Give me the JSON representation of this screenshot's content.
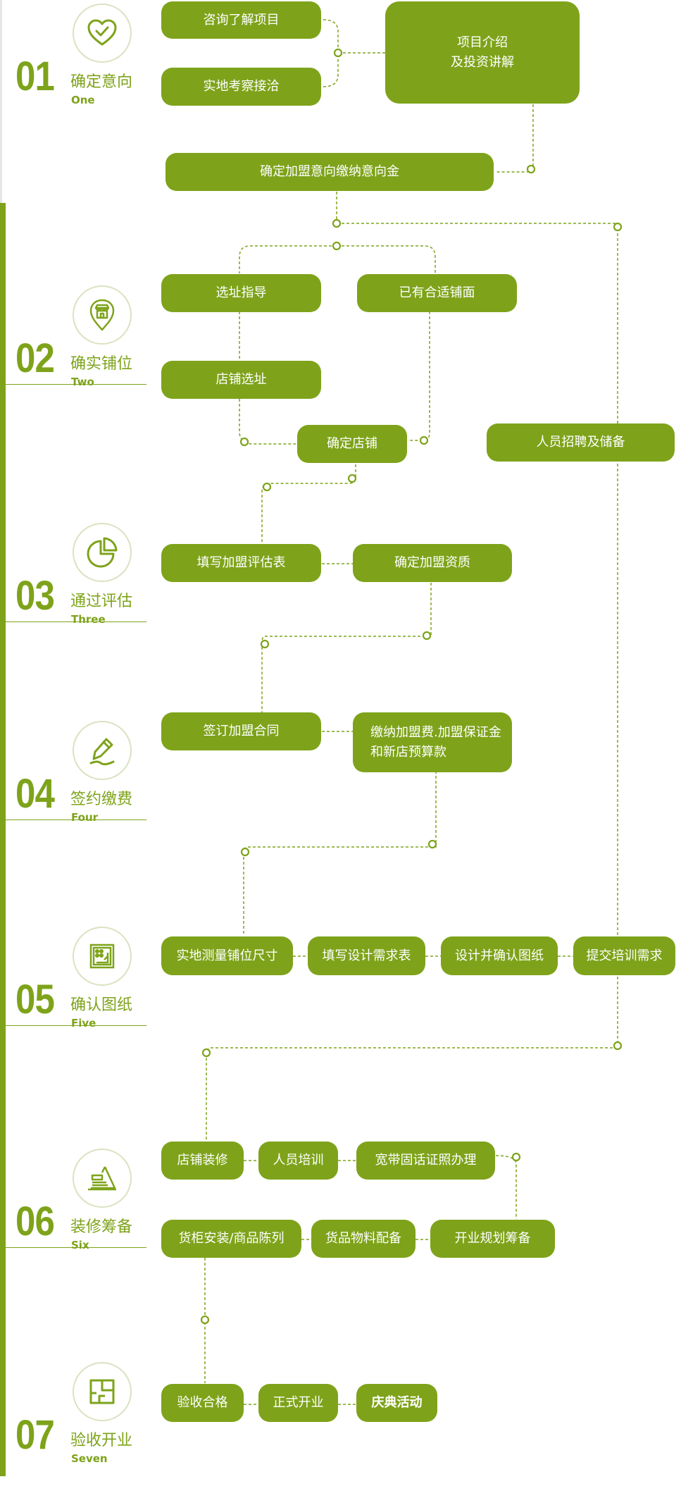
{
  "colors": {
    "primary": "#7ea31a",
    "background": "#ffffff"
  },
  "steps": [
    {
      "num": "01",
      "title": "确定意向",
      "en": "One",
      "icon": "heart-check-icon"
    },
    {
      "num": "02",
      "title": "确实铺位",
      "en": "Two",
      "icon": "storefront-pin-icon"
    },
    {
      "num": "03",
      "title": "通过评估",
      "en": "Three",
      "icon": "pie-chart-icon"
    },
    {
      "num": "04",
      "title": "签约缴费",
      "en": "Four",
      "icon": "pen-sign-icon"
    },
    {
      "num": "05",
      "title": "确认图纸",
      "en": "Five",
      "icon": "blueprint-icon"
    },
    {
      "num": "06",
      "title": "装修筹备",
      "en": "Six",
      "icon": "construction-icon"
    },
    {
      "num": "07",
      "title": "验收开业",
      "en": "Seven",
      "icon": "floor-plan-icon"
    }
  ],
  "nodes": {
    "consult": "咨询了解项目",
    "site_visit": "实地考察接洽",
    "project_intro_1": "项目介绍",
    "project_intro_2": "及投资讲解",
    "confirm_deposit": "确定加盟意向缴纳意向金",
    "site_guide": "选址指导",
    "has_shop": "已有合适铺面",
    "shop_select": "店铺选址",
    "confirm_shop": "确定店铺",
    "recruit": "人员招聘及储备",
    "fill_form": "填写加盟评估表",
    "confirm_qual": "确定加盟资质",
    "sign_contract": "签订加盟合同",
    "pay_fees_1": "缴纳加盟费.加盟保证金",
    "pay_fees_2": "和新店预算款",
    "measure": "实地测量铺位尺寸",
    "design_req": "填写设计需求表",
    "design_confirm": "设计并确认图纸",
    "training_req": "提交培训需求",
    "decorate": "店铺装修",
    "staff_training": "人员培训",
    "broadband": "宽带固话证照办理",
    "cabinet": "货柜安装/商品陈列",
    "materials": "货品物料配备",
    "opening_plan": "开业规划筹备",
    "inspection": "验收合格",
    "grand_opening": "正式开业",
    "celebration": "庆典活动"
  }
}
